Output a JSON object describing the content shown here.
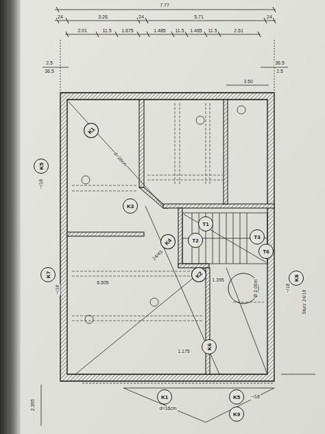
{
  "diagram": {
    "nodes": [
      {
        "text": [
          "K1"
        ]
      },
      {
        "text": [
          "K5"
        ]
      },
      {
        "text": [
          "K3"
        ]
      },
      {
        "text": [
          "K4"
        ]
      },
      {
        "text": [
          "T1"
        ]
      },
      {
        "text": [
          "T2"
        ]
      },
      {
        "text": [
          "T3"
        ]
      },
      {
        "text": [
          "T6"
        ]
      },
      {
        "text": [
          "K7"
        ]
      },
      {
        "text": [
          "K2"
        ]
      },
      {
        "text": [
          "K8"
        ]
      },
      {
        "text": [
          "K6"
        ]
      },
      {
        "text": [
          "K1"
        ]
      },
      {
        "text": [
          "K5"
        ]
      },
      {
        "text": [
          "K9"
        ]
      }
    ],
    "labels": [
      "7.77",
      "24",
      "3.26",
      "24",
      "5.71",
      "24",
      "2.01",
      "11.5",
      "1.675",
      "1.485",
      "11.5",
      "1.485",
      "11.5",
      "2.51",
      "2.5",
      "36.5",
      "36.5",
      "2.5",
      "3.50",
      "d=16cm",
      "~/18",
      "~/18",
      "24/43",
      "6.505",
      "1.395",
      "Ø 2.00m",
      "Sturz 24/18",
      "1.175",
      "d=16cm",
      "2.395",
      "~/18",
      "~/18"
    ]
  }
}
